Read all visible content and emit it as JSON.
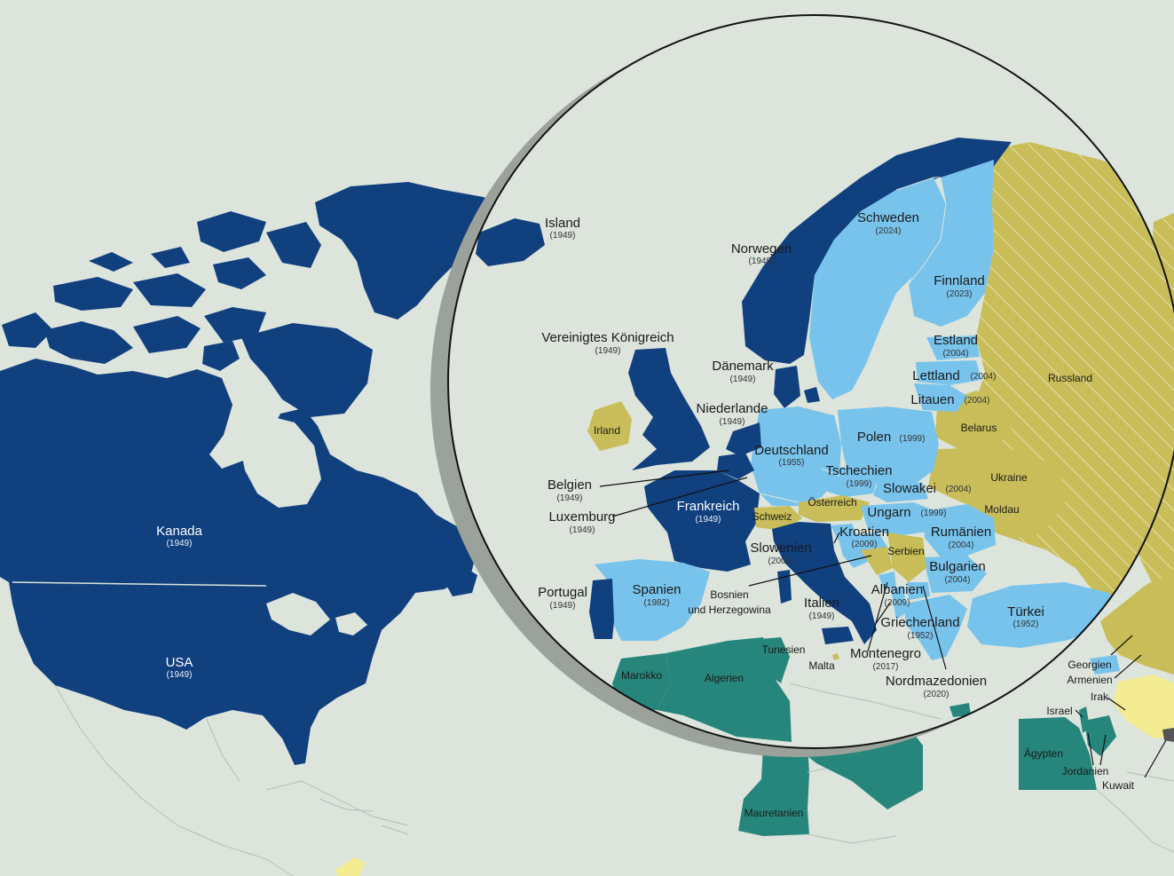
{
  "colors": {
    "background": "#dce4dc",
    "founding_member": "#11407f",
    "later_member": "#78c3ec",
    "partner": "#c8bd58",
    "mediterranean_dialogue": "#27867c",
    "istanbul_initiative": "#f3ec92",
    "other": "#dce4dc"
  },
  "countries": {
    "island": {
      "name": "Island",
      "year": "(1949)"
    },
    "kanada": {
      "name": "Kanada",
      "year": "(1949)"
    },
    "usa": {
      "name": "USA",
      "year": "(1949)"
    },
    "norwegen": {
      "name": "Norwegen",
      "year": "(1949)"
    },
    "schweden": {
      "name": "Schweden",
      "year": "(2024)"
    },
    "finnland": {
      "name": "Finnland",
      "year": "(2023)"
    },
    "estland": {
      "name": "Estland",
      "year": "(2004)"
    },
    "lettland": {
      "name": "Lettland",
      "year": "(2004)"
    },
    "litauen": {
      "name": "Litauen",
      "year": "(2004)"
    },
    "russland": {
      "name": "Russland"
    },
    "belarus": {
      "name": "Belarus"
    },
    "ukraine": {
      "name": "Ukraine"
    },
    "moldau": {
      "name": "Moldau"
    },
    "vk": {
      "name": "Vereinigtes Königreich",
      "year": "(1949)"
    },
    "daenemark": {
      "name": "Dänemark",
      "year": "(1949)"
    },
    "niederlande": {
      "name": "Niederlande",
      "year": "(1949)"
    },
    "irland": {
      "name": "Irland"
    },
    "belgien": {
      "name": "Belgien",
      "year": "(1949)"
    },
    "luxemburg": {
      "name": "Luxemburg",
      "year": "(1949)"
    },
    "deutschland": {
      "name": "Deutschland",
      "year": "(1955)"
    },
    "polen": {
      "name": "Polen",
      "year": "(1999)"
    },
    "tschechien": {
      "name": "Tschechien",
      "year": "(1999)"
    },
    "slowakei": {
      "name": "Slowakei",
      "year": "(2004)"
    },
    "oesterreich": {
      "name": "Österreich"
    },
    "schweiz": {
      "name": "Schweiz"
    },
    "frankreich": {
      "name": "Frankreich",
      "year": "(1949)"
    },
    "ungarn": {
      "name": "Ungarn",
      "year": "(1999)"
    },
    "rumaenien": {
      "name": "Rumänien",
      "year": "(2004)"
    },
    "kroatien": {
      "name": "Kroatien",
      "year": "(2009)"
    },
    "slowenien": {
      "name": "Slowenien",
      "year": "(2004)"
    },
    "serbien": {
      "name": "Serbien"
    },
    "bulgarien": {
      "name": "Bulgarien",
      "year": "(2004)"
    },
    "bosnien_1": {
      "name": "Bosnien"
    },
    "bosnien_2": {
      "name": "und Herzegowina"
    },
    "albanien": {
      "name": "Albanien",
      "year": "(2009)"
    },
    "portugal": {
      "name": "Portugal",
      "year": "(1949)"
    },
    "spanien": {
      "name": "Spanien",
      "year": "(1982)"
    },
    "italien": {
      "name": "Italien",
      "year": "(1949)"
    },
    "griechenland": {
      "name": "Griechenland",
      "year": "(1952)"
    },
    "tuerkei": {
      "name": "Türkei",
      "year": "(1952)"
    },
    "montenegro": {
      "name": "Montenegro",
      "year": "(2017)"
    },
    "nordmazedonien": {
      "name": "Nordmazedonien",
      "year": "(2020)"
    },
    "malta": {
      "name": "Malta"
    },
    "tunesien": {
      "name": "Tunesien"
    },
    "marokko": {
      "name": "Marokko"
    },
    "algerien": {
      "name": "Algerien"
    },
    "mauretanien": {
      "name": "Mauretanien"
    },
    "georgien": {
      "name": "Georgien"
    },
    "armenien": {
      "name": "Armenien"
    },
    "irak": {
      "name": "Irak"
    },
    "israel": {
      "name": "Israel"
    },
    "aegypten": {
      "name": "Ägypten"
    },
    "jordanien": {
      "name": "Jordanien"
    },
    "kuwait": {
      "name": "Kuwait"
    }
  }
}
